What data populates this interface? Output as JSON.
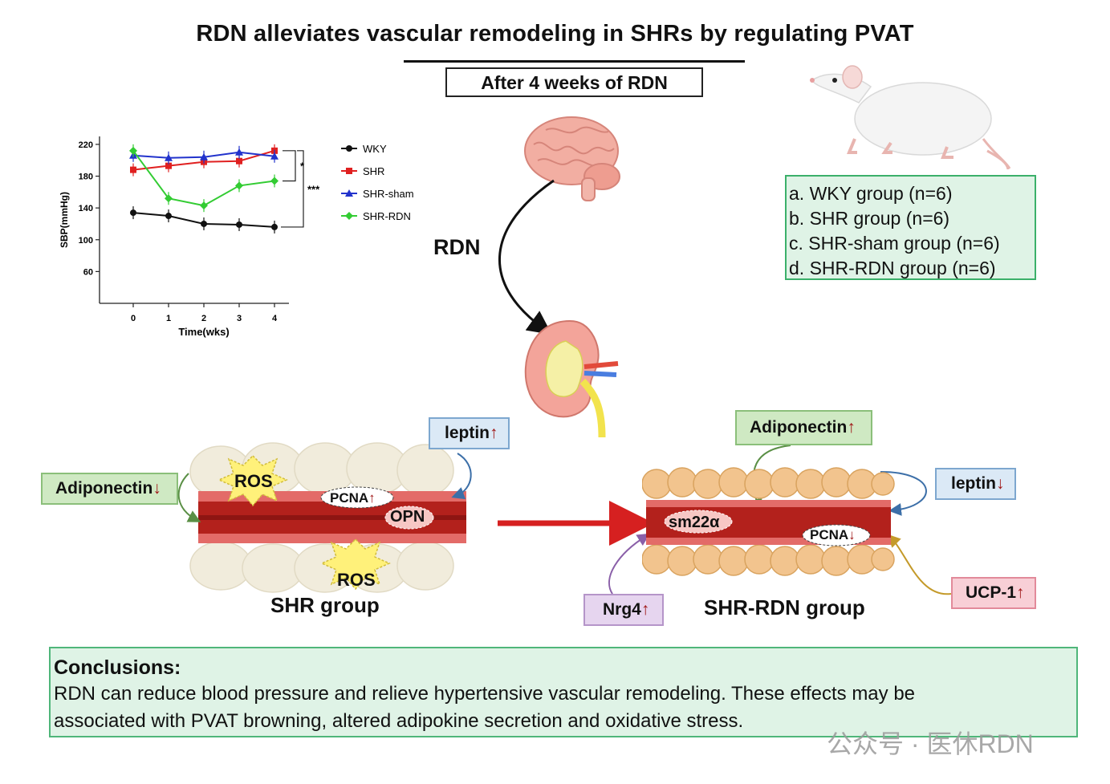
{
  "header": {
    "title": "RDN alleviates vascular remodeling in SHRs by regulating PVAT",
    "subtitle": "After 4 weeks of RDN"
  },
  "groups": [
    "a. WKY group (n=6)",
    "b. SHR group (n=6)",
    "c. SHR-sham group (n=6)",
    "d. SHR-RDN group (n=6)"
  ],
  "rdn_label": "RDN",
  "chart_data": {
    "type": "line",
    "xlabel": "Time(wks)",
    "ylabel": "SBP(mmHg)",
    "x": [
      0,
      1,
      2,
      3,
      4
    ],
    "xticks": [
      "0",
      "1",
      "2",
      "3",
      "4"
    ],
    "yticks": [
      60,
      100,
      140,
      180,
      220
    ],
    "ylim": [
      20,
      230
    ],
    "series": [
      {
        "name": "WKY",
        "color": "#111111",
        "marker": "circle",
        "values": [
          134,
          130,
          120,
          119,
          116
        ]
      },
      {
        "name": "SHR",
        "color": "#e02020",
        "marker": "square",
        "values": [
          188,
          193,
          198,
          199,
          212
        ]
      },
      {
        "name": "SHR-sham",
        "color": "#2233cc",
        "marker": "triangle",
        "values": [
          206,
          203,
          204,
          210,
          205
        ]
      },
      {
        "name": "SHR-RDN",
        "color": "#33cc33",
        "marker": "diamond",
        "values": [
          212,
          152,
          143,
          168,
          174
        ]
      }
    ],
    "significance": [
      "*",
      "***"
    ],
    "legend_position": "right"
  },
  "shr_panel": {
    "adiponectin": "Adiponectin",
    "adiponectin_arrow": "↓",
    "leptin": "leptin",
    "leptin_arrow": "↑",
    "ros_top": "ROS",
    "ros_bottom": "ROS",
    "pcna": "PCNA",
    "pcna_arrow": "↑",
    "opn": "OPN",
    "label": "SHR group"
  },
  "rdn_panel": {
    "adiponectin": "Adiponectin",
    "adiponectin_arrow": "↑",
    "leptin": "leptin",
    "leptin_arrow": "↓",
    "sm22": "sm22α",
    "pcna": "PCNA",
    "pcna_arrow": "↓",
    "ucp": "UCP-1",
    "ucp_arrow": "↑",
    "nrg": "Nrg4",
    "nrg_arrow": "↑",
    "label": "SHR-RDN group"
  },
  "conclusions": {
    "heading": "Conclusions:",
    "line1": "RDN can reduce blood pressure and relieve hypertensive vascular remodeling. These effects may be",
    "line2": "associated with PVAT browning, altered adipokine secretion and oxidative stress."
  },
  "watermark": "公众号 · 医休RDN"
}
